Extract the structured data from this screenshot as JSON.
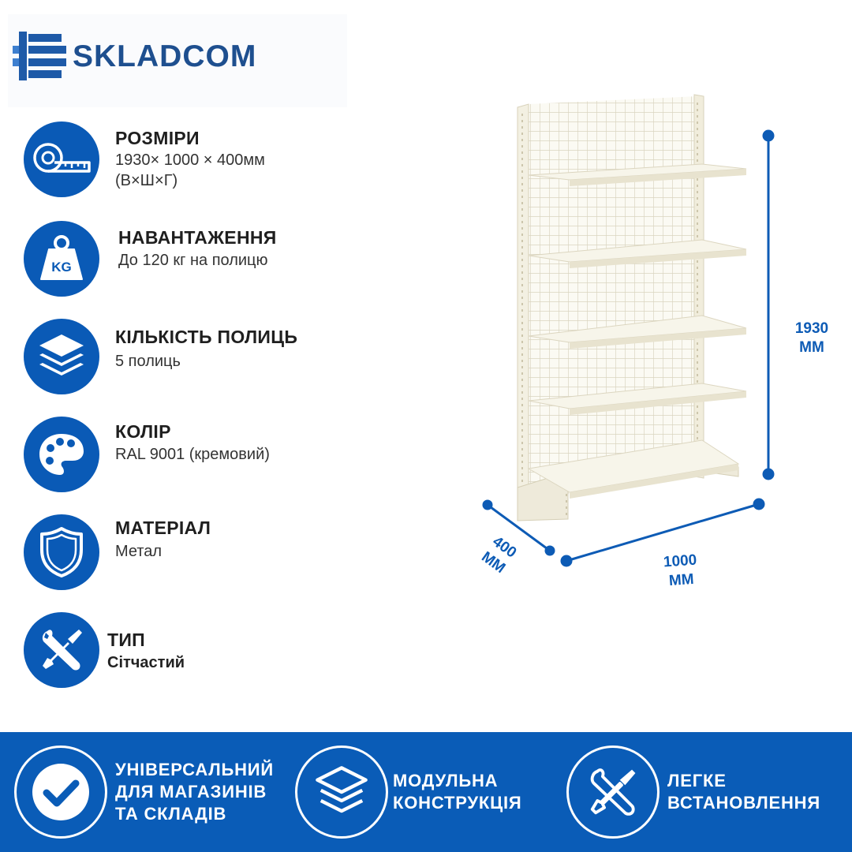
{
  "brand": {
    "name": "SKLADCOM",
    "logo_icon": "stacked-bars-logo",
    "color": "#1e4f8f"
  },
  "specs": [
    {
      "title": "РОЗМІРИ",
      "value_lines": [
        "1930× 1000 × 400мм",
        "(В×Ш×Г)"
      ],
      "icon": "tape-measure-icon"
    },
    {
      "title": "НАВАНТАЖЕННЯ",
      "value_lines": [
        "До 120 кг на полицю"
      ],
      "icon": "weight-kg-icon",
      "icon_text": "KG"
    },
    {
      "title": "КІЛЬКІСТЬ ПОЛИЦЬ",
      "value_lines": [
        "5 полиць"
      ],
      "icon": "layers-icon"
    },
    {
      "title": "КОЛІР",
      "value_lines": [
        "RAL 9001 (кремовий)"
      ],
      "icon": "palette-icon"
    },
    {
      "title": "МАТЕРІАЛ",
      "value_lines": [
        "Метал"
      ],
      "icon": "shield-icon"
    },
    {
      "title": "ТИП",
      "value_lines": [
        "Сітчастий"
      ],
      "icon": "tools-icon"
    }
  ],
  "dimensions": {
    "height": [
      "1930",
      "ММ"
    ],
    "width": [
      "1000",
      "ММ"
    ],
    "depth": [
      "400",
      "ММ"
    ],
    "line_color": "#0d5bb5"
  },
  "product": {
    "icon": "mesh-shelving-unit",
    "color": "#f3f0e4",
    "shelves": 5
  },
  "features": [
    {
      "lines": [
        "УНІВЕРСАЛЬНИЙ",
        "ДЛЯ МАГАЗИНІВ",
        "ТА СКЛАДІВ"
      ],
      "icon": "check-icon"
    },
    {
      "lines": [
        "МОДУЛЬНА",
        "КОНСТРУКЦІЯ"
      ],
      "icon": "layers-icon"
    },
    {
      "lines": [
        "ЛЕГКЕ",
        "ВСТАНОВЛЕННЯ"
      ],
      "icon": "tools-icon"
    }
  ],
  "colors": {
    "accent": "#0a5ab6",
    "footer": "#0a5cb7"
  }
}
